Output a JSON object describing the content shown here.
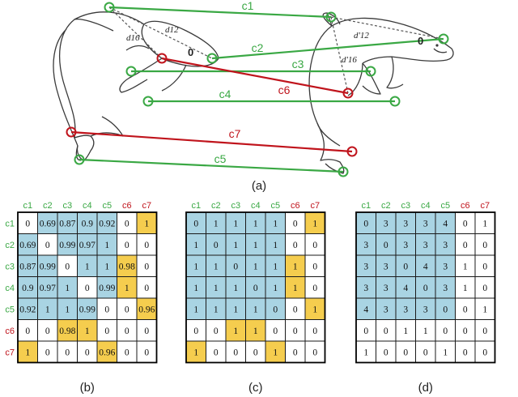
{
  "colors": {
    "match_green": "#3aa844",
    "mismatch_red": "#c0141c",
    "cell_blue": "#a9d4e3",
    "cell_yellow": "#f5cd4e",
    "outline": "#3a3a3a",
    "dash": "#555555"
  },
  "panel_a": {
    "caption": "(a)",
    "correspondences": [
      {
        "label": "c1",
        "type": "match"
      },
      {
        "label": "c2",
        "type": "match"
      },
      {
        "label": "c3",
        "type": "match"
      },
      {
        "label": "c4",
        "type": "match"
      },
      {
        "label": "c5",
        "type": "match"
      },
      {
        "label": "c6",
        "type": "mismatch"
      },
      {
        "label": "c7",
        "type": "mismatch"
      }
    ],
    "left_distance_labels": [
      "d16",
      "d12"
    ],
    "right_distance_labels": [
      "d'12",
      "d'16"
    ]
  },
  "matrix_labels": [
    "c1",
    "c2",
    "c3",
    "c4",
    "c5",
    "c6",
    "c7"
  ],
  "matrices": [
    {
      "caption": "(b)",
      "cells": [
        [
          "0",
          "0.69",
          "0.87",
          "0.9",
          "0.92",
          "0",
          "1"
        ],
        [
          "0.69",
          "0",
          "0.99",
          "0.97",
          "1",
          "0",
          "0"
        ],
        [
          "0.87",
          "0.99",
          "0",
          "1",
          "1",
          "0.98",
          "0"
        ],
        [
          "0.9",
          "0.97",
          "1",
          "0",
          "0.99",
          "1",
          "0"
        ],
        [
          "0.92",
          "1",
          "1",
          "0.99",
          "0",
          "0",
          "0.96"
        ],
        [
          "0",
          "0",
          "0.98",
          "1",
          "0",
          "0",
          "0"
        ],
        [
          "1",
          "0",
          "0",
          "0",
          "0.96",
          "0",
          "0"
        ]
      ],
      "highlight": [
        [
          "",
          "b",
          "b",
          "b",
          "b",
          "",
          "y"
        ],
        [
          "b",
          "",
          "b",
          "b",
          "b",
          "",
          ""
        ],
        [
          "b",
          "b",
          "",
          "b",
          "b",
          "y",
          ""
        ],
        [
          "b",
          "b",
          "b",
          "",
          "b",
          "y",
          ""
        ],
        [
          "b",
          "b",
          "b",
          "b",
          "",
          "",
          "y"
        ],
        [
          "",
          "",
          "y",
          "y",
          "",
          "",
          ""
        ],
        [
          "y",
          "",
          "",
          "",
          "y",
          "",
          ""
        ]
      ]
    },
    {
      "caption": "(c)",
      "cells": [
        [
          "0",
          "1",
          "1",
          "1",
          "1",
          "0",
          "1"
        ],
        [
          "1",
          "0",
          "1",
          "1",
          "1",
          "0",
          "0"
        ],
        [
          "1",
          "1",
          "0",
          "1",
          "1",
          "1",
          "0"
        ],
        [
          "1",
          "1",
          "1",
          "0",
          "1",
          "1",
          "0"
        ],
        [
          "1",
          "1",
          "1",
          "1",
          "0",
          "0",
          "1"
        ],
        [
          "0",
          "0",
          "1",
          "1",
          "0",
          "0",
          "0"
        ],
        [
          "1",
          "0",
          "0",
          "0",
          "1",
          "0",
          "0"
        ]
      ],
      "highlight": [
        [
          "b",
          "b",
          "b",
          "b",
          "b",
          "",
          "y"
        ],
        [
          "b",
          "b",
          "b",
          "b",
          "b",
          "",
          ""
        ],
        [
          "b",
          "b",
          "b",
          "b",
          "b",
          "y",
          ""
        ],
        [
          "b",
          "b",
          "b",
          "b",
          "b",
          "y",
          ""
        ],
        [
          "b",
          "b",
          "b",
          "b",
          "b",
          "",
          "y"
        ],
        [
          "",
          "",
          "y",
          "y",
          "",
          "",
          ""
        ],
        [
          "y",
          "",
          "",
          "",
          "y",
          "",
          ""
        ]
      ]
    },
    {
      "caption": "(d)",
      "cells": [
        [
          "0",
          "3",
          "3",
          "3",
          "4",
          "0",
          "1"
        ],
        [
          "3",
          "0",
          "3",
          "3",
          "3",
          "0",
          "0"
        ],
        [
          "3",
          "3",
          "0",
          "4",
          "3",
          "1",
          "0"
        ],
        [
          "3",
          "3",
          "4",
          "0",
          "3",
          "1",
          "0"
        ],
        [
          "4",
          "3",
          "3",
          "3",
          "0",
          "0",
          "1"
        ],
        [
          "0",
          "0",
          "1",
          "1",
          "0",
          "0",
          "0"
        ],
        [
          "1",
          "0",
          "0",
          "0",
          "1",
          "0",
          "0"
        ]
      ],
      "highlight": [
        [
          "b",
          "b",
          "b",
          "b",
          "b",
          "",
          ""
        ],
        [
          "b",
          "b",
          "b",
          "b",
          "b",
          "",
          ""
        ],
        [
          "b",
          "b",
          "b",
          "b",
          "b",
          "",
          ""
        ],
        [
          "b",
          "b",
          "b",
          "b",
          "b",
          "",
          ""
        ],
        [
          "b",
          "b",
          "b",
          "b",
          "b",
          "",
          ""
        ],
        [
          "",
          "",
          "",
          "",
          "",
          "",
          ""
        ],
        [
          "",
          "",
          "",
          "",
          "",
          "",
          ""
        ]
      ]
    }
  ]
}
